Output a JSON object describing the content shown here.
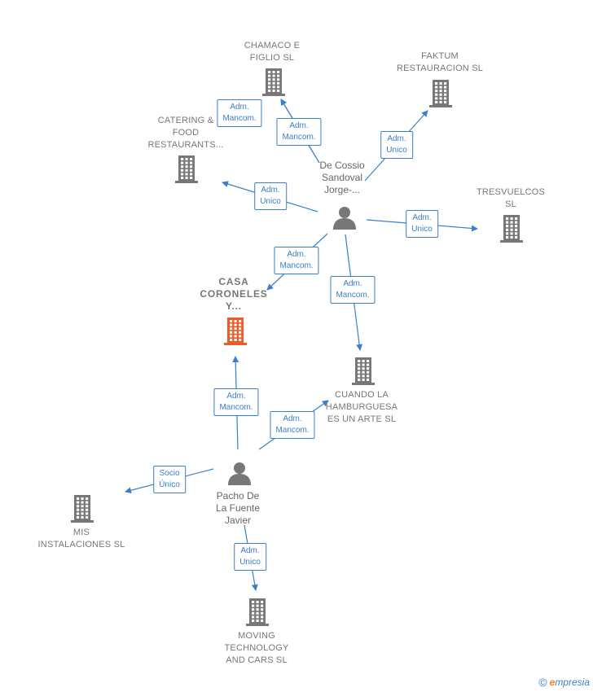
{
  "companies": [
    {
      "id": "chamaco",
      "lines": [
        "CHAMACO E",
        "FIGLIO  SL"
      ],
      "highlight": false
    },
    {
      "id": "faktum",
      "lines": [
        "FAKTUM",
        "RESTAURACION SL"
      ],
      "highlight": false
    },
    {
      "id": "catering",
      "lines": [
        "CATERING &",
        "FOOD",
        "RESTAURANTS..."
      ],
      "highlight": false
    },
    {
      "id": "tresvuelcos",
      "lines": [
        "TRESVUELCOS",
        "SL"
      ],
      "highlight": false
    },
    {
      "id": "casa",
      "lines": [
        "CASA",
        "CORONELES",
        "Y..."
      ],
      "highlight": true
    },
    {
      "id": "cuando",
      "lines": [
        "CUANDO LA",
        "HAMBURGUESA",
        "ES UN ARTE SL"
      ],
      "highlight": false
    },
    {
      "id": "mis",
      "lines": [
        "MIS",
        "INSTALACIONES SL"
      ],
      "highlight": false
    },
    {
      "id": "moving",
      "lines": [
        "MOVING",
        "TECHNOLOGY",
        "AND CARS SL"
      ],
      "highlight": false
    }
  ],
  "persons": [
    {
      "id": "cossio",
      "lines": [
        "De Cossio",
        "Sandoval",
        "Jorge-..."
      ]
    },
    {
      "id": "pacho",
      "lines": [
        "Pacho De",
        "La Fuente",
        "Javier"
      ]
    }
  ],
  "relations": [
    {
      "id": "r1",
      "from": "cossio",
      "to": "chamaco",
      "lines": [
        "Adm.",
        "Mancom."
      ]
    },
    {
      "id": "r2",
      "from": "cossio",
      "to": "chamaco",
      "lines": [
        "Adm.",
        "Mancom."
      ]
    },
    {
      "id": "r3",
      "from": "cossio",
      "to": "faktum",
      "lines": [
        "Adm.",
        "Unico"
      ]
    },
    {
      "id": "r4",
      "from": "cossio",
      "to": "catering",
      "lines": [
        "Adm.",
        "Unico"
      ]
    },
    {
      "id": "r5",
      "from": "cossio",
      "to": "tresvuelcos",
      "lines": [
        "Adm.",
        "Unico"
      ]
    },
    {
      "id": "r6",
      "from": "cossio",
      "to": "casa",
      "lines": [
        "Adm.",
        "Mancom."
      ]
    },
    {
      "id": "r7",
      "from": "cossio",
      "to": "cuando",
      "lines": [
        "Adm.",
        "Mancom."
      ]
    },
    {
      "id": "r8",
      "from": "pacho",
      "to": "casa",
      "lines": [
        "Adm.",
        "Mancom."
      ]
    },
    {
      "id": "r9",
      "from": "pacho",
      "to": "cuando",
      "lines": [
        "Adm.",
        "Mancom."
      ]
    },
    {
      "id": "r10",
      "from": "pacho",
      "to": "mis",
      "lines": [
        "Socio",
        "Único"
      ]
    },
    {
      "id": "r11",
      "from": "pacho",
      "to": "moving",
      "lines": [
        "Adm.",
        "Unico"
      ]
    }
  ],
  "colors": {
    "building": "#777777",
    "building_highlight": "#f05a28",
    "person": "#777777",
    "edge": "#3a80c8"
  },
  "icons": {
    "company": "building-icon",
    "person": "person-icon",
    "copyright": "copyright-icon"
  },
  "footer": {
    "copyright": "©",
    "brand_initial": "e",
    "brand_rest": "mpresia"
  }
}
